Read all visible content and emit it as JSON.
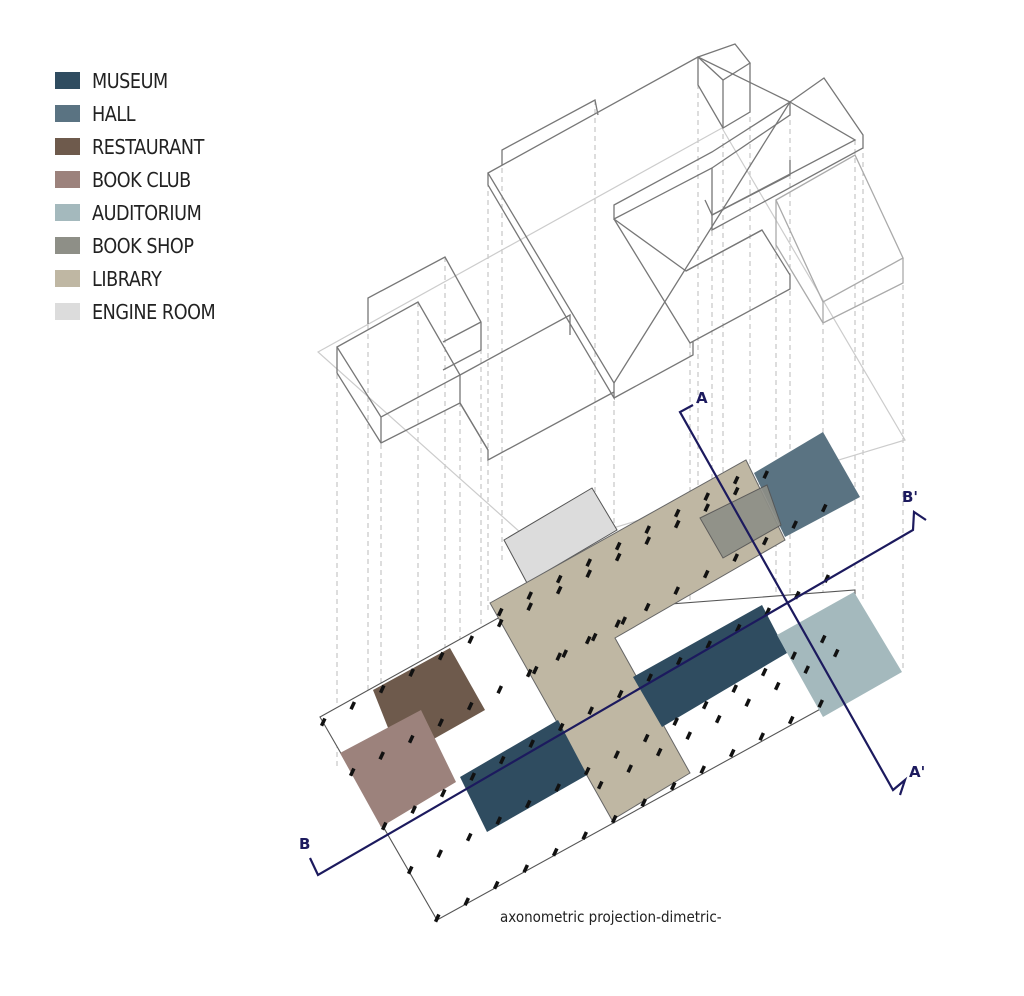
{
  "legend": [
    {
      "label": "MUSEUM",
      "color": "#2f4c60"
    },
    {
      "label": "HALL",
      "color": "#5a7382"
    },
    {
      "label": "RESTAURANT",
      "color": "#6e5a4c"
    },
    {
      "label": "BOOK CLUB",
      "color": "#9c827c"
    },
    {
      "label": "AUDITORIUM",
      "color": "#a4b9bd"
    },
    {
      "label": "BOOK SHOP",
      "color": "#8e8f87"
    },
    {
      "label": "LIBRARY",
      "color": "#bfb7a3"
    },
    {
      "label": "ENGINE ROOM",
      "color": "#dcdcdc"
    }
  ],
  "sections": {
    "a": "A",
    "a_prime": "A'",
    "b": "B",
    "b_prime": "B'",
    "line_color": "#1c1a5e"
  },
  "caption": "axonometric projection-dimetric-"
}
